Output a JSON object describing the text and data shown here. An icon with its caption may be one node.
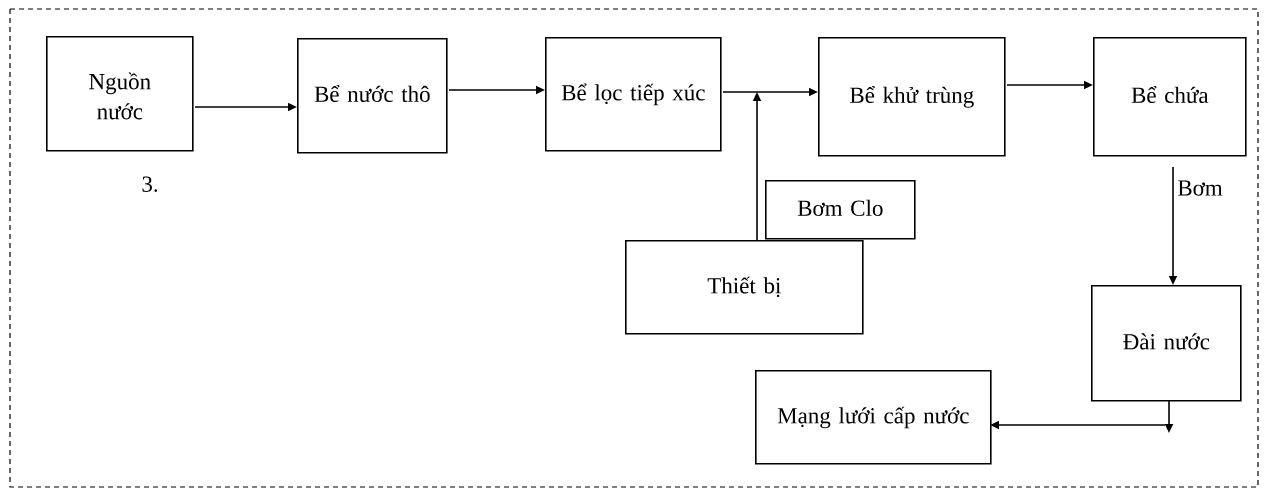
{
  "diagram": {
    "nodes": [
      {
        "text": [
          "Nguồn nước"
        ]
      },
      {
        "text": [
          "Bể nước thô"
        ]
      },
      {
        "text": [
          "Bể lọc tiếp xúc"
        ]
      },
      {
        "text": [
          "Bể khử trùng"
        ]
      },
      {
        "text": [
          "Bể chứa"
        ]
      },
      {
        "text": [
          "Bơm Clo"
        ]
      },
      {
        "text": [
          "Thiết bị"
        ]
      },
      {
        "text": [
          "Đài nước"
        ]
      },
      {
        "text": [
          "Mạng lưới cấp nước"
        ]
      }
    ],
    "edges": [
      {
        "from": 0,
        "to": 1,
        "arrow": "to"
      },
      {
        "from": 1,
        "to": 2,
        "arrow": "to"
      },
      {
        "from": 2,
        "to": 3,
        "arrow": "to"
      },
      {
        "from": 3,
        "to": 4,
        "arrow": "to"
      },
      {
        "from": 6,
        "to": null,
        "arrow": "to"
      },
      {
        "from": 4,
        "to": 7,
        "arrow": "to"
      },
      {
        "from": 7,
        "to": 8,
        "arrow": "to"
      }
    ],
    "labels": [
      "3.",
      "Bơm"
    ]
  }
}
